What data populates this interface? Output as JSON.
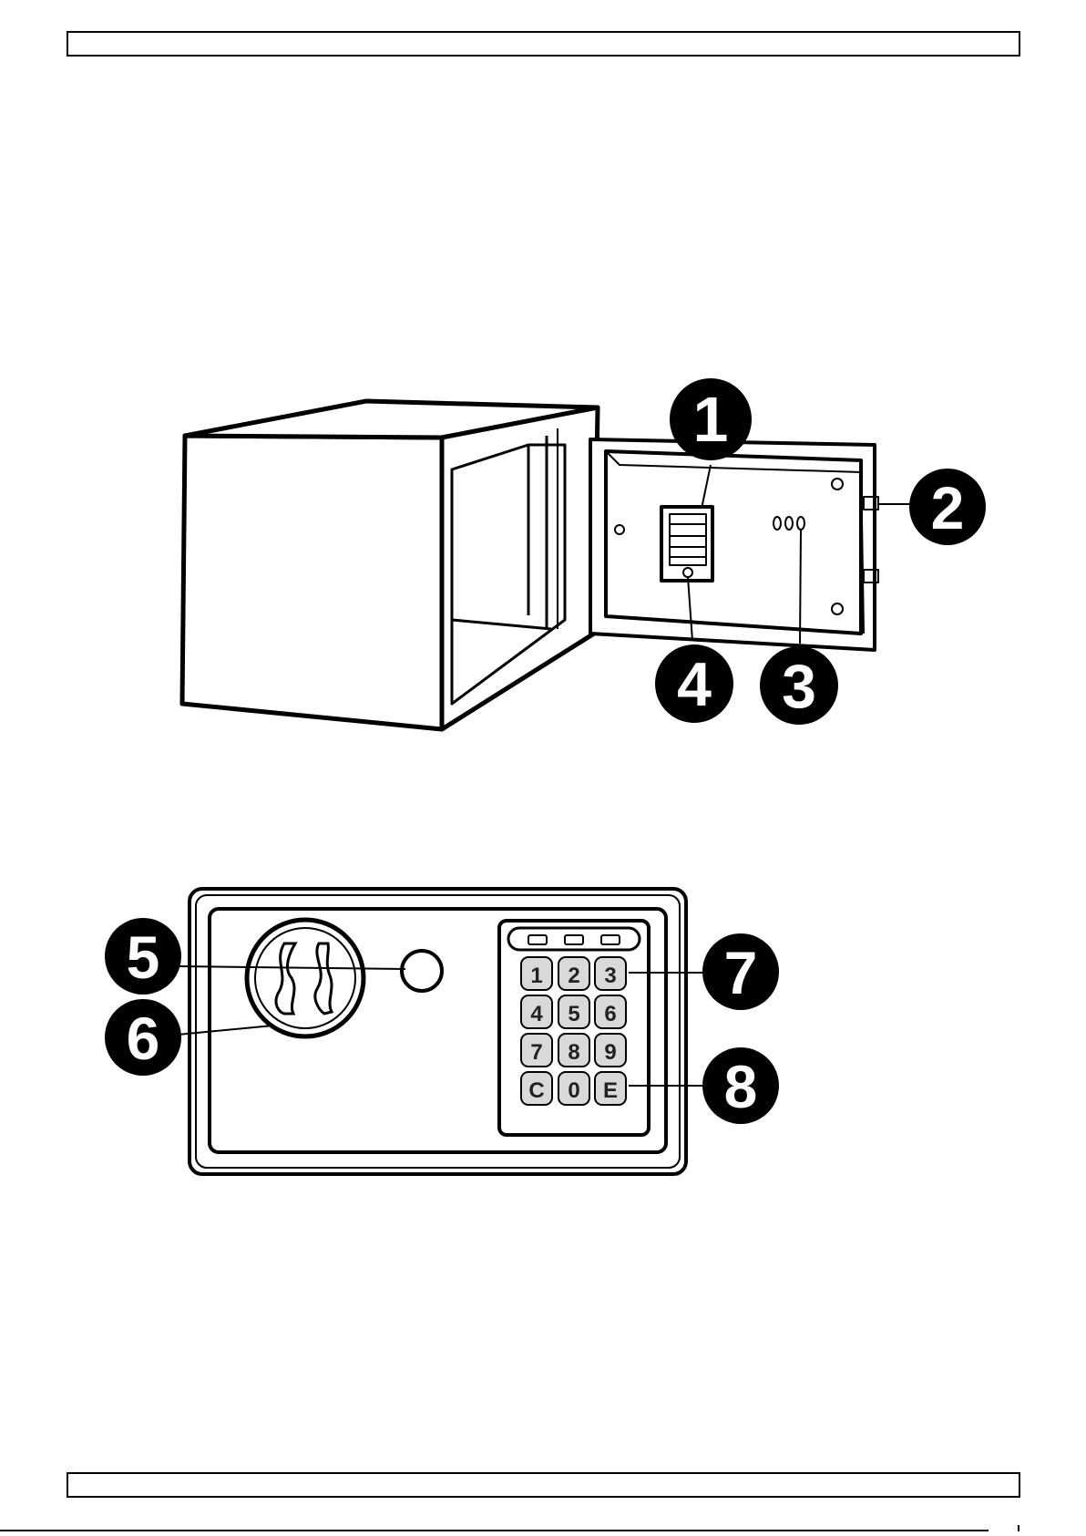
{
  "callouts": {
    "c1": "1",
    "c2": "2",
    "c3": "3",
    "c4": "4",
    "c5": "5",
    "c6": "6",
    "c7": "7",
    "c8": "8"
  },
  "keypad": {
    "keys": [
      "1",
      "2",
      "3",
      "4",
      "5",
      "6",
      "7",
      "8",
      "9",
      "C",
      "0",
      "E"
    ]
  },
  "colors": {
    "line": "#000000",
    "callout_fill": "#000000",
    "key_fill": "#d9d9d9"
  }
}
